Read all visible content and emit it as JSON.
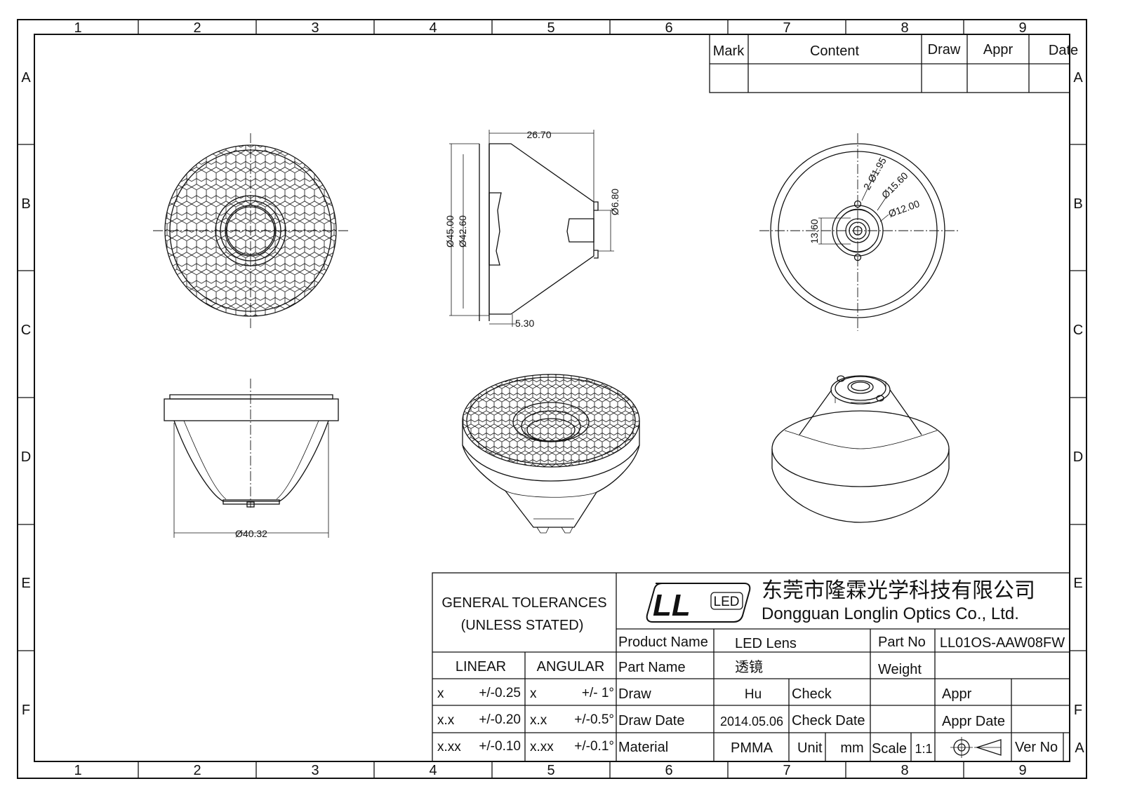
{
  "frame": {
    "columns": [
      "1",
      "2",
      "3",
      "4",
      "5",
      "6",
      "7",
      "8",
      "9"
    ],
    "rows": [
      "A",
      "B",
      "C",
      "D",
      "E",
      "F"
    ]
  },
  "revision_table": {
    "headers": [
      "Mark",
      "Content",
      "Draw",
      "Appr",
      "Date"
    ]
  },
  "dimensions": {
    "side_top_width": "26.70",
    "side_dia_outer": "Ø45.00",
    "side_dia_inner": "Ø42.60",
    "side_dia_tip": "Ø6.80",
    "side_flange": "5.30",
    "back_holes": "2-Ø1.95",
    "back_dia_15": "Ø15.60",
    "back_dia_12": "Ø12.00",
    "back_height": "13.60",
    "front_bottom_dia": "Ø40.32"
  },
  "title_block": {
    "tolerances_title_1": "GENERAL TOLERANCES",
    "tolerances_title_2": "(UNLESS STATED)",
    "linear_label": "LINEAR",
    "angular_label": "ANGULAR",
    "linear": [
      {
        "fmt": "x",
        "val": "+/-0.25"
      },
      {
        "fmt": "x.x",
        "val": "+/-0.20"
      },
      {
        "fmt": "x.xx",
        "val": "+/-0.10"
      }
    ],
    "angular": [
      {
        "fmt": "x",
        "val": "+/-  1°"
      },
      {
        "fmt": "x.x",
        "val": "+/-0.5°"
      },
      {
        "fmt": "x.xx",
        "val": "+/-0.1°"
      }
    ],
    "logo_text": "LL",
    "logo_badge": "LED",
    "company_cn": "东莞市隆霖光学科技有限公司",
    "company_en": "Dongguan Longlin Optics Co., Ltd.",
    "product_name_label": "Product Name",
    "product_name": "LED Lens",
    "part_no_label": "Part No",
    "part_no": "LL01OS-AAW08FW",
    "part_name_label": "Part Name",
    "part_name": "透镜",
    "weight_label": "Weight",
    "weight": "",
    "draw_label": "Draw",
    "draw": "Hu",
    "check_label": "Check",
    "check": "",
    "appr_label": "Appr",
    "appr": "",
    "draw_date_label": "Draw Date",
    "draw_date": "2014.05.06",
    "check_date_label": "Check Date",
    "check_date": "",
    "appr_date_label": "Appr Date",
    "appr_date": "",
    "material_label": "Material",
    "material": "PMMA",
    "unit_label": "Unit",
    "unit": "mm",
    "scale_label": "Scale",
    "scale": "1:1",
    "ver_no_label": "Ver No",
    "ver_no": "A"
  }
}
